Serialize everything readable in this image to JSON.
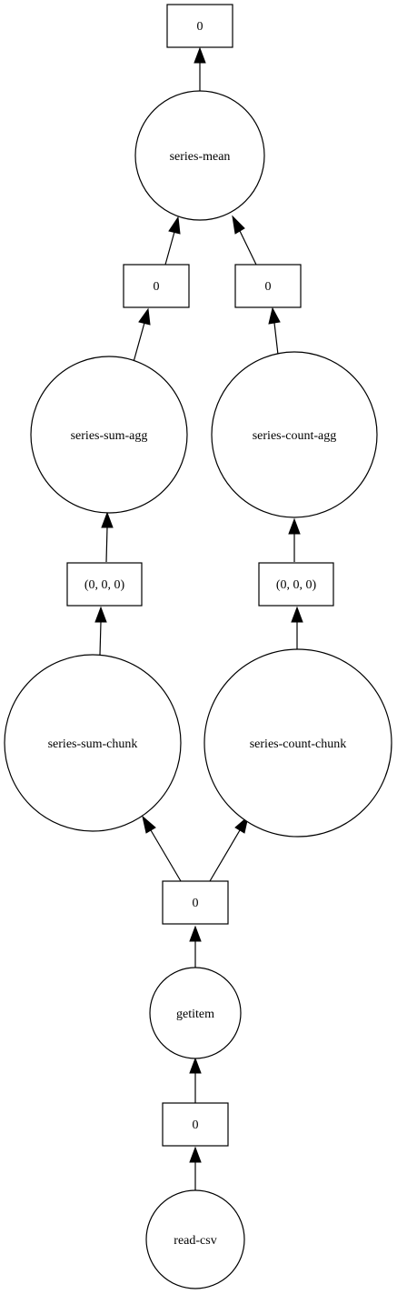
{
  "graph": {
    "nodes": {
      "out_top": "0",
      "series_mean": "series-mean",
      "sum_agg_out": "0",
      "count_agg_out": "0",
      "series_sum_agg": "series-sum-agg",
      "series_count_agg": "series-count-agg",
      "sum_chunk_out": "(0, 0, 0)",
      "count_chunk_out": "(0, 0, 0)",
      "series_sum_chunk": "series-sum-chunk",
      "series_count_chunk": "series-count-chunk",
      "getitem_out": "0",
      "getitem": "getitem",
      "read_csv_out": "0",
      "read_csv": "read-csv"
    }
  }
}
